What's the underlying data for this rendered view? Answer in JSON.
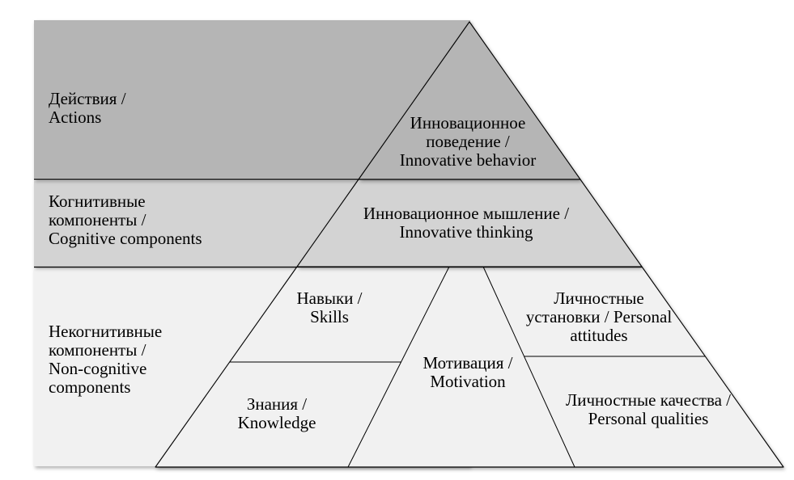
{
  "bands": {
    "actions": {
      "label": "Действия /\nActions",
      "color": "#b5b5b5"
    },
    "cognitive": {
      "label": "Когнитивные\nкомпоненты /\nCognitive components",
      "color": "#d3d3d3"
    },
    "non_cognitive": {
      "label": "Некогнитивные\nкомпоненты /\nNon-cognitive\ncomponents",
      "color": "#f1f1f1"
    }
  },
  "pyramid": {
    "innovative_behavior": {
      "label": "Инновационное\nповедение /\nInnovative behavior"
    },
    "innovative_thinking": {
      "label": "Инновационное мышление /\nInnovative thinking"
    },
    "skills": {
      "label": "Навыки /\nSkills"
    },
    "knowledge": {
      "label": "Знания /\nKnowledge"
    },
    "motivation": {
      "label": "Мотивация /\nMotivation"
    },
    "personal_attitudes": {
      "label": "Личностные\nустановки / Personal\nattitudes"
    },
    "personal_qualities": {
      "label": "Личностные качества /\nPersonal qualities"
    }
  },
  "colors": {
    "level_actions": "#b5b5b5",
    "level_cognitive": "#d3d3d3",
    "level_non_cognitive": "#f1f1f1",
    "outline": "#000000",
    "text": "#000000",
    "background": "#ffffff"
  }
}
